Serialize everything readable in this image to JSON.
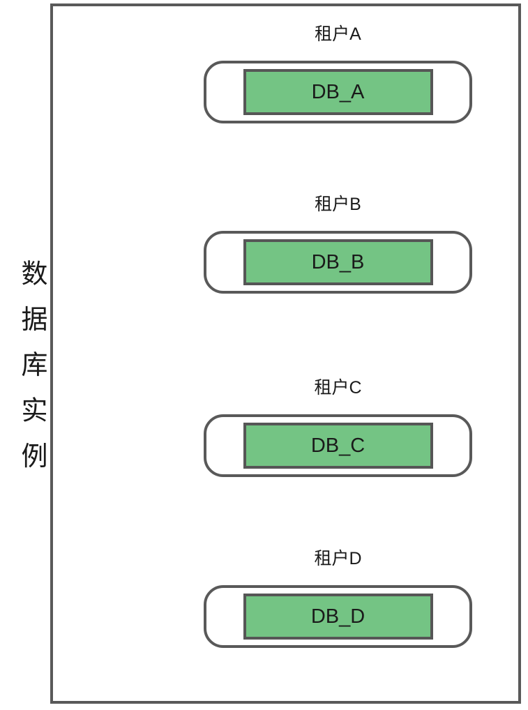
{
  "diagram": {
    "instance_label": "数据库实例",
    "tenants": [
      {
        "label": "租户A",
        "db_name": "DB_A"
      },
      {
        "label": "租户B",
        "db_name": "DB_B"
      },
      {
        "label": "租户C",
        "db_name": "DB_C"
      },
      {
        "label": "租户D",
        "db_name": "DB_D"
      }
    ],
    "colors": {
      "outline": "#595959",
      "db_fill": "#74C484",
      "db_border": "#565656",
      "text": "#1A1A1A",
      "background": "#FFFFFF"
    }
  }
}
